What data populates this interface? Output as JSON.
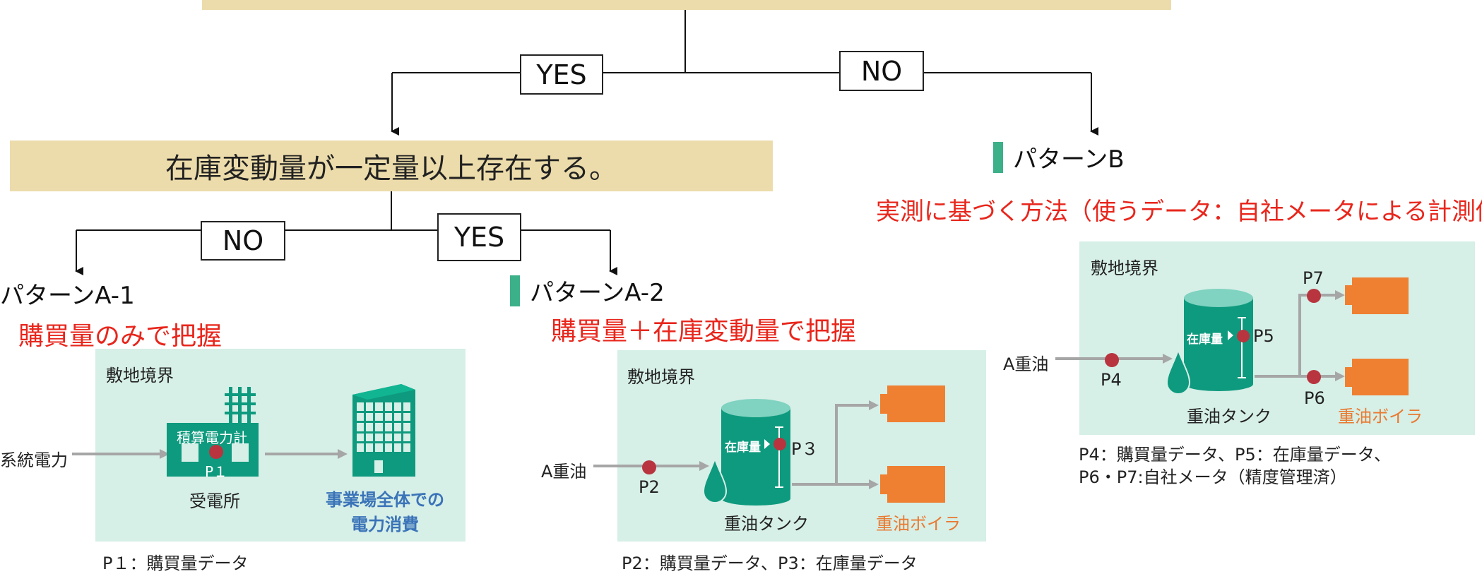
{
  "flow": {
    "yes_top": "YES",
    "no_top": "NO",
    "question2": "在庫変動量が一定量以上存在する。",
    "no_left": "NO",
    "yes_left": "YES"
  },
  "pattern_a1": {
    "name": "パターンA-1",
    "method": "購買量のみで把握",
    "boundary": "敷地境界",
    "source": "系統電力",
    "meter": "積算電力計",
    "point": "P１",
    "substation": "受電所",
    "consumer_line1": "事業場全体での",
    "consumer_line2": "電力消費",
    "caption": "P１：購買量データ"
  },
  "pattern_a2": {
    "name": "パターンA-2",
    "method": "購買量＋在庫変動量で把握",
    "boundary": "敷地境界",
    "fuel": "A重油",
    "p_in": "P2",
    "stock": "在庫量",
    "p_stock": "P３",
    "tank": "重油タンク",
    "boiler": "重油ボイラ",
    "caption": "P2：購買量データ、P3：在庫量データ"
  },
  "pattern_b": {
    "name": "パターンB",
    "method": "実測に基づく方法（使うデータ：自社メータによる計測値）",
    "boundary": "敷地境界",
    "fuel": "A重油",
    "p_in": "P4",
    "stock": "在庫量",
    "p_stock": "P5",
    "p_top": "P7",
    "p_bottom": "P6",
    "tank": "重油タンク",
    "boiler": "重油ボイラ",
    "caption_line1": "P4：購買量データ、P5：在庫量データ、",
    "caption_line2": "P6・P7:自社メータ（精度管理済）"
  },
  "colors": {
    "bar": "#ecdcab",
    "panel": "#d6efe7",
    "teal": "#0e9a7e",
    "orange": "#ef8032",
    "red_text": "#e8261c",
    "meter_dot": "#b8353f",
    "accent_mark": "#3cb089"
  }
}
